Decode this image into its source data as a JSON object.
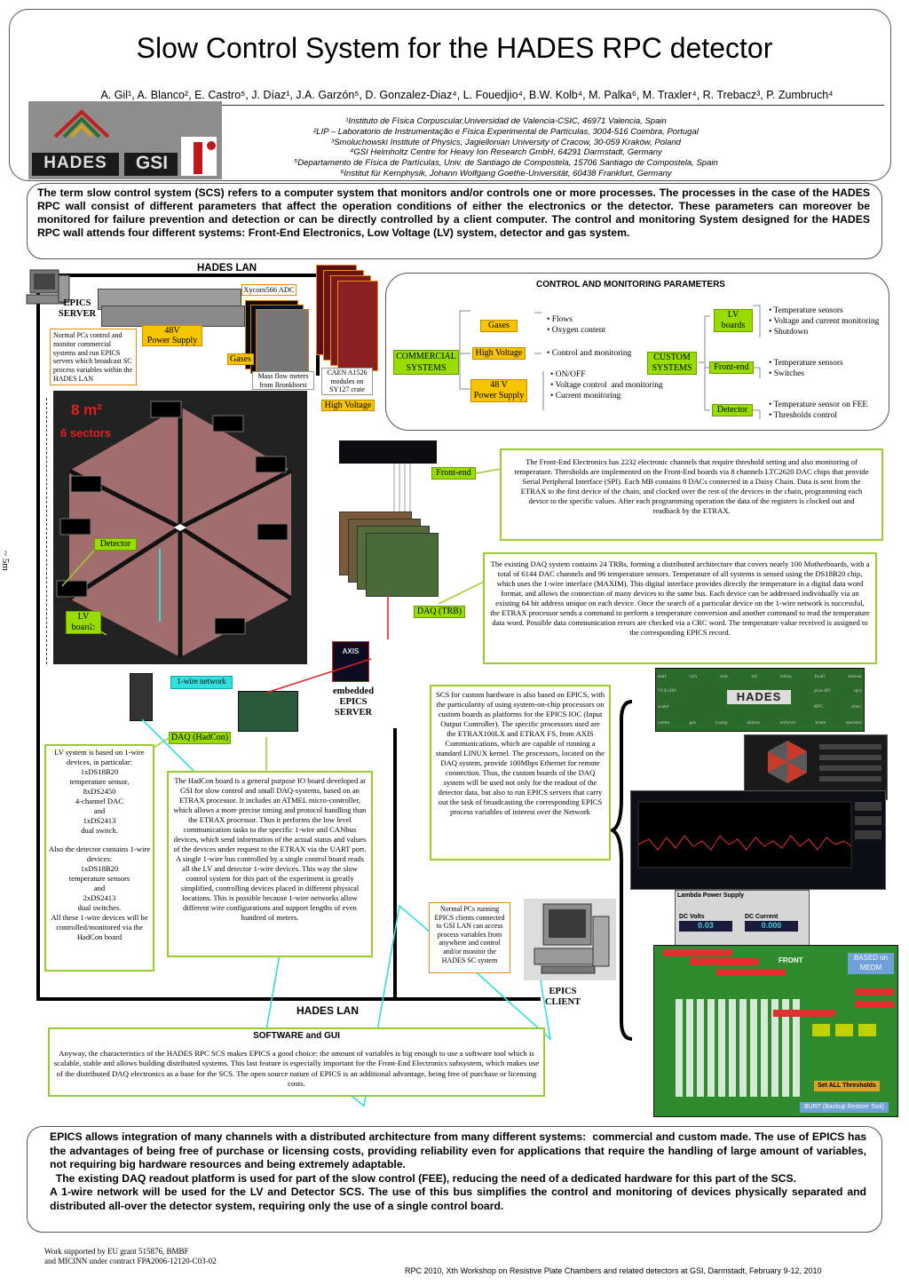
{
  "title": "Slow Control System for the HADES RPC detector",
  "authors": "A. Gil¹, A. Blanco², E. Castro⁵, J. Díaz¹, J.A. Garzón⁵, D. Gonzalez-Diaz⁴, L. Fouedjio⁴, B.W. Kolb⁴, M. Palka⁶, M. Traxler⁴, R. Trebacz³, P. Zumbruch⁴",
  "affiliations": [
    "¹Instituto de Física Corpuscular,Universidad de Valencia-CSIC, 46971 Valencia, Spain",
    "²LIP – Laboratorio de Instrumentação e Física Experimental de Partículas, 3004-516 Coimbra, Portugal",
    "³Smoluchowski Institute of Physics, Jagiellonian University of Cracow, 30-059 Kraków, Poland",
    "⁴GSI Helmholtz Centre for Heavy Ion Research GmbH, 64291 Darmstadt, Germany",
    "⁵Departamento de Física de Partículas, Univ. de Santiago de Compostela, 15706 Santiago de Compostela, Spain",
    "⁶Institut für Kernphysik, Johann Wolfgang Goethe-Universität, 60438 Frankfurt, Germany"
  ],
  "logos": {
    "hades": "HADES",
    "gsi": "GSI"
  },
  "intro": "The term slow control system (SCS) refers to a computer system that monitors and/or controls one or more processes. The processes in the case of the HADES RPC wall consist of different parameters that affect the operation conditions of either the electronics or the detector. These parameters can moreover be monitored for failure prevention and detection or can be directly controlled by a client computer. The control and monitoring System designed for the HADES RPC wall attends four different systems: Front-End Electronics, Low Voltage (LV) system, detector and gas system.",
  "diagram": {
    "hades_lan_top": "HADES LAN",
    "hades_lan_bottom": "HADES LAN",
    "epics_server": "EPICS\nSERVER",
    "epics_server_note": "Normal PCs control and monitor commercial systems and run EPICS servers which broadcast SC process variables within the HADES LAN",
    "lv48": "48V\nPower Supply",
    "xycom": "Xycom566 ADC",
    "gases": "Gases",
    "mass_flow": "Mass flow meters from Bronkhorst",
    "caen": "CAEN A1526 modules on SY127 crate",
    "high_voltage": "High Voltage",
    "area": "8 m²",
    "sectors": "6 sectors",
    "detector": "Detector",
    "lv_boards": "LV\nboards",
    "size": "~ 5m",
    "front_end": "Front-end",
    "daq_trb": "DAQ (TRB)",
    "one_wire": "1-wire network",
    "daq_hadcon": "DAQ (HadCon)",
    "embedded_server": "embedded\nEPICS\nSERVER",
    "axis": "AXIS",
    "epics_client": "EPICS\nCLIENT",
    "client_note": "Normal PCs running EPICS clients connected to GSI LAN can access process variables from anywhere and control and/or monitor the HADES SC system"
  },
  "cmp": {
    "title": "CONTROL AND MONITORING PARAMETERS",
    "commercial": "COMMERCIAL\nSYSTEMS",
    "custom": "CUSTOM\nSYSTEMS",
    "gases": "Gases",
    "high_voltage": "High Voltage",
    "lv48": "48 V\nPower Supply",
    "lv_boards": "LV\nboards",
    "front_end": "Front-end",
    "detector": "Detector",
    "gases_items": [
      "Flows",
      "Oxygen content"
    ],
    "hv_items": [
      "Control and monitoring"
    ],
    "lv48_items": [
      "ON/OFF",
      "Voltage control  and monitoring",
      "Current monitoring"
    ],
    "lvb_items": [
      "Temperature sensors",
      "Voltage and current monitoring",
      "Shutdown"
    ],
    "fe_items": [
      "Temperature sensors",
      "Switches"
    ],
    "det_items": [
      "Temperature sensor on FEE",
      "Thresholds control"
    ]
  },
  "texts": {
    "frontend": "The Front-End Electronics has 2232 electronic channels that require threshold setting and also monitoring of temperature. Thresholds are implemented on the Front-End boards via 8 channels LTC2620 DAC chips that provide Serial Peripheral Interface (SPI). Each MB contains 8 DACs connected in a Daisy Chain. Data is sent from the ETRAX to the first device of the chain, and clocked over the rest of the devices in the chain, programming each device to the specific values. After each programming operation the data of the registers is clocked out and readback by the ETRAX.",
    "daq": "The existing DAQ system contains 24 TRBs, forming a distributed architecture that covers nearly 100 Motherboards, with a total of 6144 DAC channels and 96 temperature sensors. Temperature of all systems is sensed using the DS18B20 chip, which uses the 1-wire interface (MAXIM). This digital interface provides directly the temperature in a digital data word format, and allows the connection of many devices to the same bus. Each device can be addressed individually via an existing 64 bit address unique on each device. Once the search of a particular device on the 1-wire network is successful, the ETRAX processor sends a command to perform a temperature conversion and another command to read the temperature data word. Possible data communication errors are checked via a CRC word. The temperature value received is assigned to the corresponding EPICS record.",
    "scs": "SCS for custom hardware is also based on EPICS, with the particularity of using system-on-chip processors on custom boards as platforms for the EPICS IOC (Input Output Controller). The specific processors used are the ETRAX100LX and ETRAX FS, from AXIS Communications, which are capable of running a standard LINUX kernel. The processors, located on the DAQ system, provide 100Mbps Ethernet for remote connection. Thus, the custom boards of the DAQ system will be used not only for the readout of the detector data, but also to run EPICS servers that carry out the task of broadcasting the corresponding EPICS process variables of interest over the Network",
    "lv": [
      "LV system is based on 1-wire devices, in particular:",
      "1xDS18B20",
      "temperature sensor,",
      "8xDS2450",
      "4-channel DAC",
      "and",
      "1xDS2413",
      "dual switch.",
      "",
      "Also the detector contains 1-wire devices:",
      "1xDS18B20",
      "temperature sensors",
      "and",
      "2xDS2413",
      "dual switches.",
      "All these 1-wire devices will be controlled/monitored via the HadCon board"
    ],
    "hadcon": "The HadCon board is a general purpose IO board developed at GSI for slow control and small DAQ-systems, based on an ETRAX processor. It includes an ATMEL micro-controller, which allows a more precise timing and protocol handling than the ETRAX processor. Thus it performs the low level communication tasks to the specific 1-wire and CANbus devices, which send information of the actual status and values of the devices under request to the ETRAX via the UART port. A single 1-wire bus controlled by a single control board reads all the LV and detector 1-wire devices. This way the slow control system for this part of the experiment is greatly simplified, controlling devices placed in different physical locations. This is possible because 1-wire networks allow different wire configurations and support lengths of even hundred of meters."
  },
  "software": {
    "title": "SOFTWARE and GUI",
    "text": "Anyway, the characteristics of the HADES RPC SCS makes EPICS a good choice: the amount of variables is big enough to use a software tool which is scalable, stable and allows building distributed systems. This last feature is especially important for the Front-End Electronics subsystem, which makes use of the distributed DAQ electronics as a base for the SCS. The open source nature of EPICS is an additional advantage, being free of purchase or licensing costs."
  },
  "gui": {
    "menu_row1": [
      "start",
      "rich",
      "mdc",
      "tof",
      "tofino",
      "fwall",
      "shower"
    ],
    "menu_row2": [
      "VULOM",
      "",
      "",
      "",
      "",
      "pion HV",
      "rpcs"
    ],
    "menu_row3": [
      "scaler",
      "",
      "",
      "",
      "",
      "RPC",
      "misc."
    ],
    "menu_row4": [
      "centre",
      "gas",
      "tcamp",
      "alarms",
      "archiver",
      "beam",
      "operator"
    ],
    "hades_logo": "HADES",
    "lambda": "Lambda Power Supply",
    "dc_volts": "DC Volts",
    "dc_current": "DC Current",
    "volts_value": "0.03",
    "current_value": "0.000",
    "based_on": "BASED on\nMEDM",
    "front": "FRONT",
    "set_all": "Set ALL Thresholds",
    "burt": "BURT (Backup Restore Tool)"
  },
  "conclusion": [
    "EPICS allows integration of many channels with a distributed architecture from many different systems:  commercial and custom made. The use of EPICS has the advantages of being free of purchase or licensing costs, providing reliability even for applications that require the handling of large amount of variables, not requiring big hardware resources and being extremely adaptable.",
    "  The existing DAQ readout platform is used for part of the slow control (FEE), reducing the need of a dedicated hardware for this part of the SCS.",
    "A 1-wire network will be used for the LV and Detector SCS. The use of this bus simplifies the control and monitoring of devices physically separated and distributed all-over the detector system, requiring only the use of a single control board."
  ],
  "footer": {
    "grant1": "Work supported by EU grant 515876, BMBF",
    "grant2": "and MICINN under contract FPA2006-12120-C03-02",
    "conference": "RPC 2010, Xth Workshop on Resistive Plate Chambers and related detectors at GSI, Darmstadt, February 9-12, 2010"
  },
  "colors": {
    "green_label": "#99dd00",
    "orange_label": "#f7c400",
    "green_border": "#9acd32",
    "orange_border": "#e08a1a",
    "red_text": "#e02020",
    "gui_green": "#2e8b2e"
  }
}
